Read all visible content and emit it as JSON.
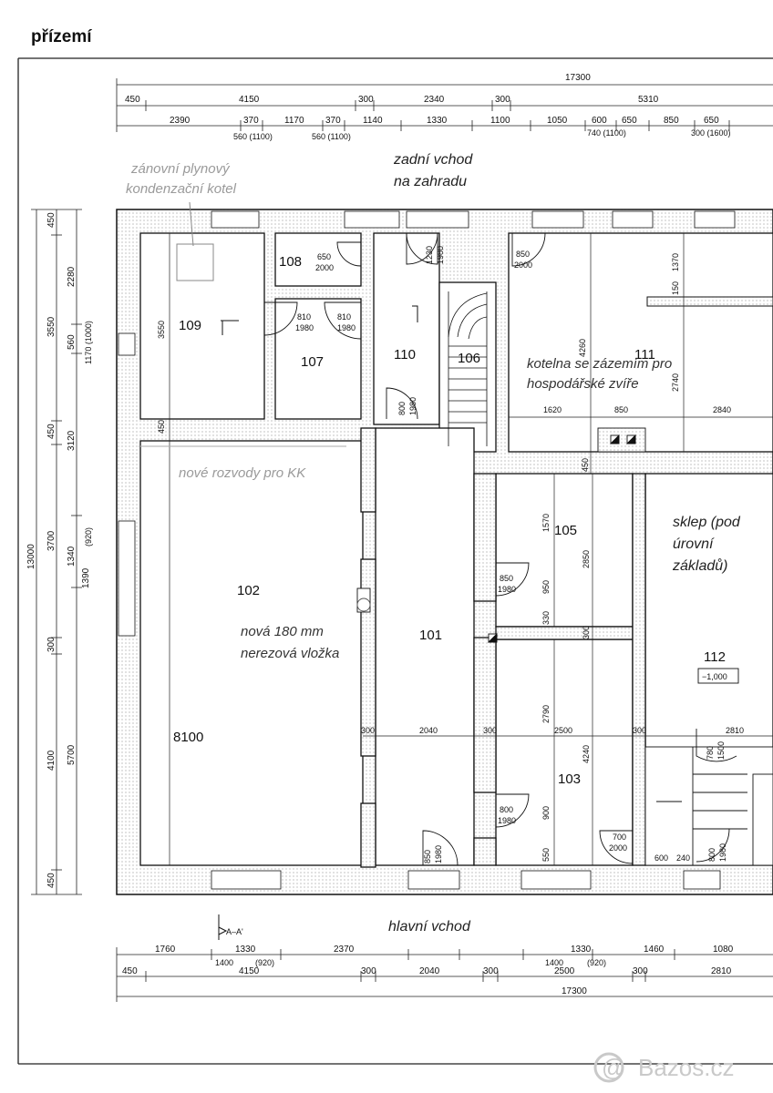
{
  "title": "přízemí",
  "top_dims": {
    "total": "17300",
    "row1": [
      "450",
      "4150",
      "300",
      "2340",
      "300",
      "5310"
    ],
    "row2": [
      "2390",
      "370",
      "1170",
      "370",
      "1140",
      "1330",
      "1100",
      "1050",
      "600",
      "650",
      "850",
      "650"
    ],
    "row2_sub": [
      "560 (1100)",
      "560 (1100)",
      "740 (1100)",
      "300 (1600)"
    ]
  },
  "left_dims": {
    "total": "13000",
    "col1": [
      "450",
      "3550",
      "450",
      "3700",
      "300",
      "4100",
      "450"
    ],
    "col2": [
      "2280",
      "560",
      "3120",
      "1340",
      "5700"
    ],
    "col2_sub": [
      "1170 (1000)",
      "(920)",
      "1390"
    ]
  },
  "bottom_dims": {
    "row1": [
      "1760",
      "1330",
      "2370",
      "1330",
      "1460",
      "1080"
    ],
    "row1_sub": [
      "1400",
      "(920)",
      "1400",
      "(920)"
    ],
    "row2": [
      "450",
      "4150",
      "300",
      "2040",
      "300",
      "2500",
      "300",
      "2810"
    ],
    "total": "17300"
  },
  "rooms": {
    "r108": "108",
    "r109": "109",
    "r107": "107",
    "r110": "110",
    "r106": "106",
    "r111": "111",
    "r102": "102",
    "r101": "101",
    "r105": "105",
    "r103": "103",
    "r112": "112",
    "r112_level": "−1,000"
  },
  "doors": {
    "d108": [
      "650",
      "2000"
    ],
    "d109": [
      "810",
      "1980"
    ],
    "d107": [
      "810",
      "1980"
    ],
    "d_back": [
      "1230",
      "1980"
    ],
    "d111": [
      "850",
      "2000"
    ],
    "d110": [
      "800",
      "1980"
    ],
    "d105": [
      "850",
      "1980"
    ],
    "d103": [
      "800",
      "1980"
    ],
    "d_main": [
      "850",
      "1980"
    ],
    "d_small": [
      "700",
      "2000"
    ],
    "d112a": [
      "780",
      "1500"
    ],
    "d112b": [
      "800",
      "1980"
    ]
  },
  "inner_dims": {
    "r109_h": "3550",
    "r109_wall": "450",
    "r111_a": "1370",
    "r111_b": "150",
    "r111_c": "4260",
    "r111_d": "2740",
    "r111_e": "1620",
    "r111_f": "850",
    "r111_g": "2840",
    "r105_a": "450",
    "r105_b": "1570",
    "r105_c": "2850",
    "r105_d": "950",
    "r105_e": "330",
    "r105_f": "300",
    "r103_a": "2790",
    "r103_b": "4240",
    "r103_c": "900",
    "r103_d": "550",
    "r101_a": "300",
    "r101_b": "2040",
    "r101_c": "300",
    "r101_d": "2500",
    "r101_e": "300",
    "r101_f": "2810",
    "r102_len": "8100",
    "r112_600": "600",
    "r112_240": "240"
  },
  "annotations": {
    "boiler_1": "zánovní plynový",
    "boiler_2": "kondenzační kotel",
    "back_entry_1": "zadní vchod",
    "back_entry_2": "na zahradu",
    "boiler_room_1": "kotelna se zázemím pro",
    "boiler_room_2": "hospodářské zvíře",
    "new_dist": "nové rozvody pro KK",
    "liner_1": "nová 180 mm",
    "liner_2": "nerezová vložka",
    "cellar_1": "sklep (pod",
    "cellar_2": "úrovní",
    "cellar_3": "základů)",
    "main_entry": "hlavní vchod",
    "section": "A–A'"
  },
  "watermark": "Bazos.cz"
}
